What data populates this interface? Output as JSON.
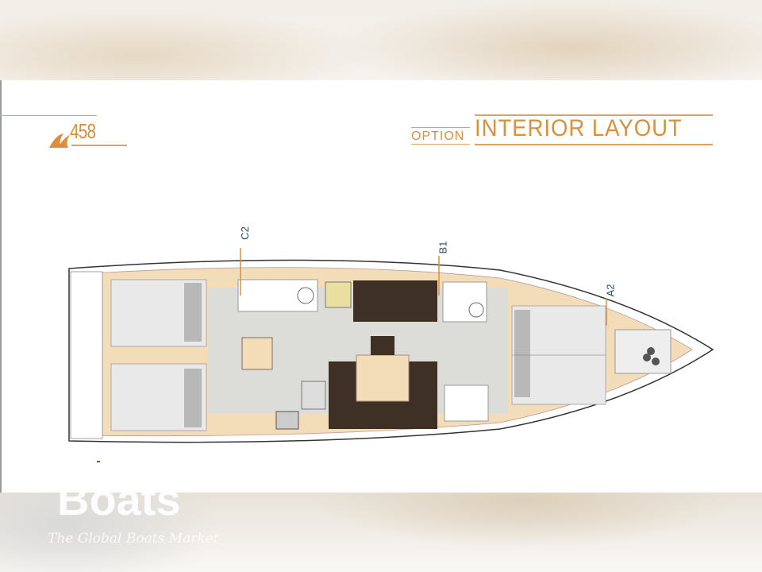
{
  "header": {
    "model_number": "458",
    "option_label": "OPTION",
    "title": "INTERIOR LAYOUT"
  },
  "cabin_labels": [
    "C2",
    "B1",
    "A2"
  ],
  "watermark": {
    "brand": "Boats",
    "tagline": "The Global Boats Market"
  },
  "colors": {
    "accent": "#d8903d",
    "wood": "#f3dcb8",
    "floor": "#dcdcd8",
    "upholstery": "#3e3024",
    "label": "#2a4d63"
  }
}
